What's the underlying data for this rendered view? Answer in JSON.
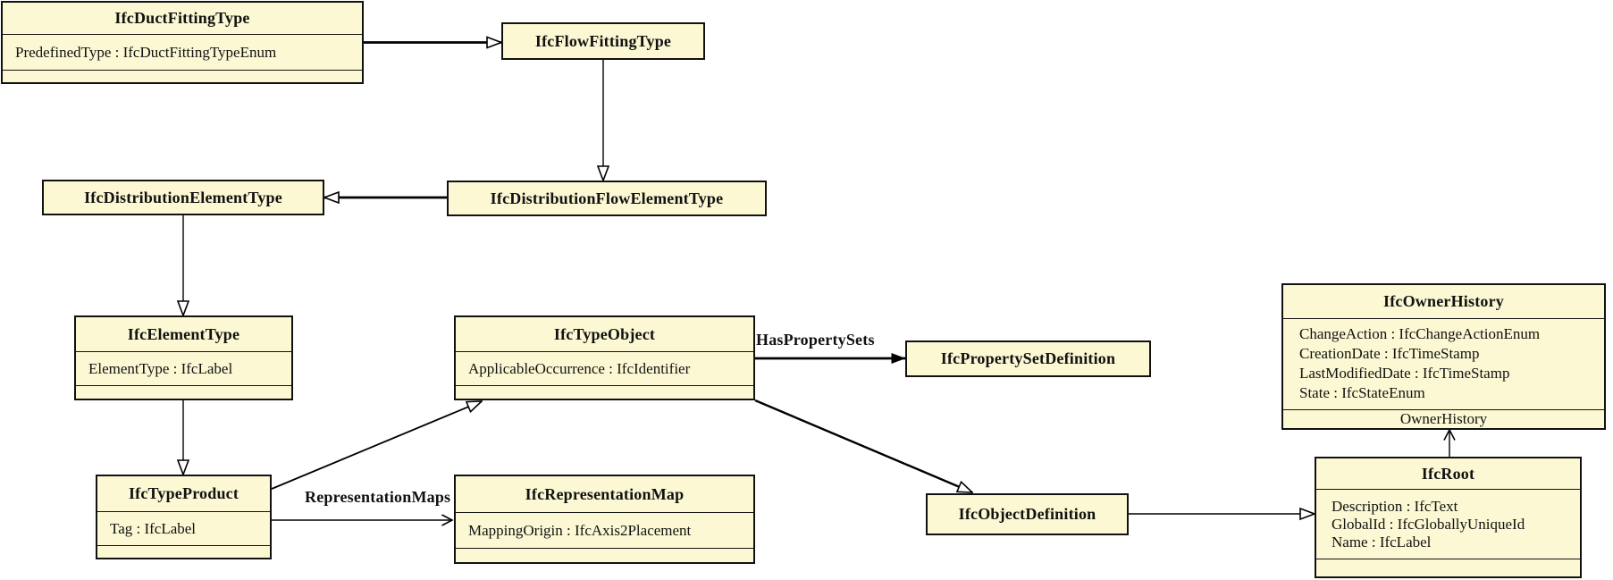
{
  "diagram": {
    "kind": "UML class diagram (IFC schema)",
    "colors": {
      "background": "#ffffff",
      "class_fill": "#fcf8d3",
      "class_border": "#111111",
      "line": "#000000"
    },
    "classes": [
      {
        "title": "IfcDuctFittingType",
        "attributes": [
          "PredefinedType : IfcDuctFittingTypeEnum"
        ]
      },
      {
        "title": "IfcFlowFittingType",
        "attributes": []
      },
      {
        "title": "IfcDistributionElementType",
        "attributes": []
      },
      {
        "title": "IfcDistributionFlowElementType",
        "attributes": []
      },
      {
        "title": "IfcElementType",
        "attributes": [
          "ElementType : IfcLabel"
        ]
      },
      {
        "title": "IfcTypeObject",
        "attributes": [
          "ApplicableOccurrence : IfcIdentifier"
        ]
      },
      {
        "title": "IfcPropertySetDefinition",
        "attributes": []
      },
      {
        "title": "IfcOwnerHistory",
        "attributes": [
          "ChangeAction : IfcChangeActionEnum",
          "CreationDate : IfcTimeStamp",
          "LastModifiedDate : IfcTimeStamp",
          "State : IfcStateEnum"
        ]
      },
      {
        "title": "IfcTypeProduct",
        "attributes": [
          "Tag : IfcLabel"
        ]
      },
      {
        "title": "IfcRepresentationMap",
        "attributes": [
          "MappingOrigin : IfcAxis2Placement"
        ]
      },
      {
        "title": "IfcObjectDefinition",
        "attributes": []
      },
      {
        "title": "IfcRoot",
        "attributes": [
          "Description : IfcText",
          "GlobalId : IfcGloballyUniqueId",
          "Name : IfcLabel"
        ]
      }
    ],
    "relationships": [
      {
        "from": "IfcDuctFittingType",
        "to": "IfcFlowFittingType",
        "type": "generalization"
      },
      {
        "from": "IfcFlowFittingType",
        "to": "IfcDistributionFlowElementType",
        "type": "generalization"
      },
      {
        "from": "IfcDistributionFlowElementType",
        "to": "IfcDistributionElementType",
        "type": "generalization"
      },
      {
        "from": "IfcDistributionElementType",
        "to": "IfcElementType",
        "type": "generalization"
      },
      {
        "from": "IfcElementType",
        "to": "IfcTypeProduct",
        "type": "generalization"
      },
      {
        "from": "IfcTypeProduct",
        "to": "IfcTypeObject",
        "type": "generalization"
      },
      {
        "from": "IfcTypeObject",
        "to": "IfcPropertySetDefinition",
        "type": "association",
        "label": "HasPropertySets"
      },
      {
        "from": "IfcTypeProduct",
        "to": "IfcRepresentationMap",
        "type": "association",
        "label": "RepresentationMaps"
      },
      {
        "from": "IfcTypeObject",
        "to": "IfcObjectDefinition",
        "type": "generalization"
      },
      {
        "from": "IfcObjectDefinition",
        "to": "IfcRoot",
        "type": "generalization"
      },
      {
        "from": "IfcRoot",
        "to": "IfcOwnerHistory",
        "type": "association",
        "label": "OwnerHistory"
      }
    ]
  }
}
